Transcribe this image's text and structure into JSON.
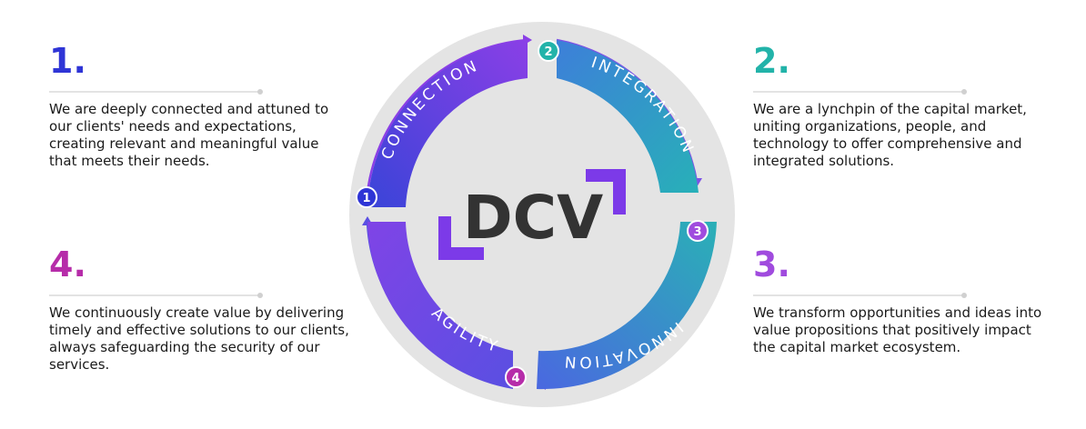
{
  "blocks": [
    {
      "number": "1.",
      "text": "We are deeply connected and attuned to our clients' needs and expectations, creating relevant and meaningful value that meets their needs."
    },
    {
      "number": "2.",
      "text": "We are a lynchpin of the capital market, uniting organizations, people, and technology to offer comprehensive and integrated solutions."
    },
    {
      "number": "3.",
      "text": "We transform opportunities and ideas into value propositions that positively impact the capital market ecosystem."
    },
    {
      "number": "4.",
      "text": "We continuously create value by delivering timely and effective solutions to our clients, always safeguarding the security of our services."
    }
  ],
  "cycle": {
    "logo": "DCV",
    "stages": [
      {
        "badge": "1",
        "label": "CONNECTION"
      },
      {
        "badge": "2",
        "label": "INTEGRATION"
      },
      {
        "badge": "3",
        "label": "INNOVATION"
      },
      {
        "badge": "4",
        "label": "AGILITY"
      }
    ]
  },
  "colors": {
    "num1": "#2f35d6",
    "num2": "#22b3a9",
    "num3": "#a04bde",
    "num4": "#b62ca9",
    "ring_bg": "#e4e4e4",
    "logo_text": "#333333",
    "logo_accent": "#7c3ae8"
  }
}
